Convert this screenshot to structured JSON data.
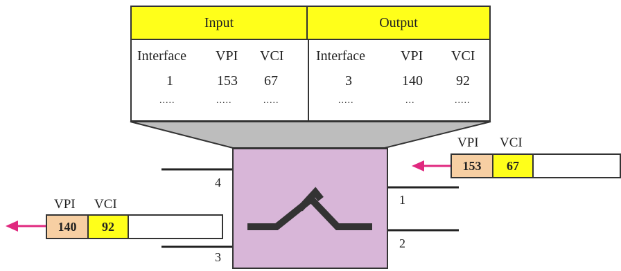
{
  "table": {
    "input_header": "Input",
    "output_header": "Output",
    "columns": [
      "Interface",
      "VPI",
      "VCI",
      "Interface",
      "VPI",
      "VCI"
    ],
    "row1": [
      "1",
      "153",
      "67",
      "3",
      "140",
      "92"
    ],
    "row2": [
      ".....",
      ".....",
      ".....",
      ".....",
      "...",
      "....."
    ]
  },
  "ports": {
    "p1": "1",
    "p2": "2",
    "p3": "3",
    "p4": "4"
  },
  "incoming_cell": {
    "vpi_label": "VPI",
    "vci_label": "VCI",
    "vpi": "153",
    "vci": "67"
  },
  "outgoing_cell": {
    "vpi_label": "VPI",
    "vci_label": "VCI",
    "vpi": "140",
    "vci": "92"
  },
  "colors": {
    "header": "#ffff1a",
    "switch": "#d8b6d8",
    "vpi_fill": "#f7cfa3",
    "vci_fill": "#ffff1a",
    "arrow": "#e0287f"
  }
}
